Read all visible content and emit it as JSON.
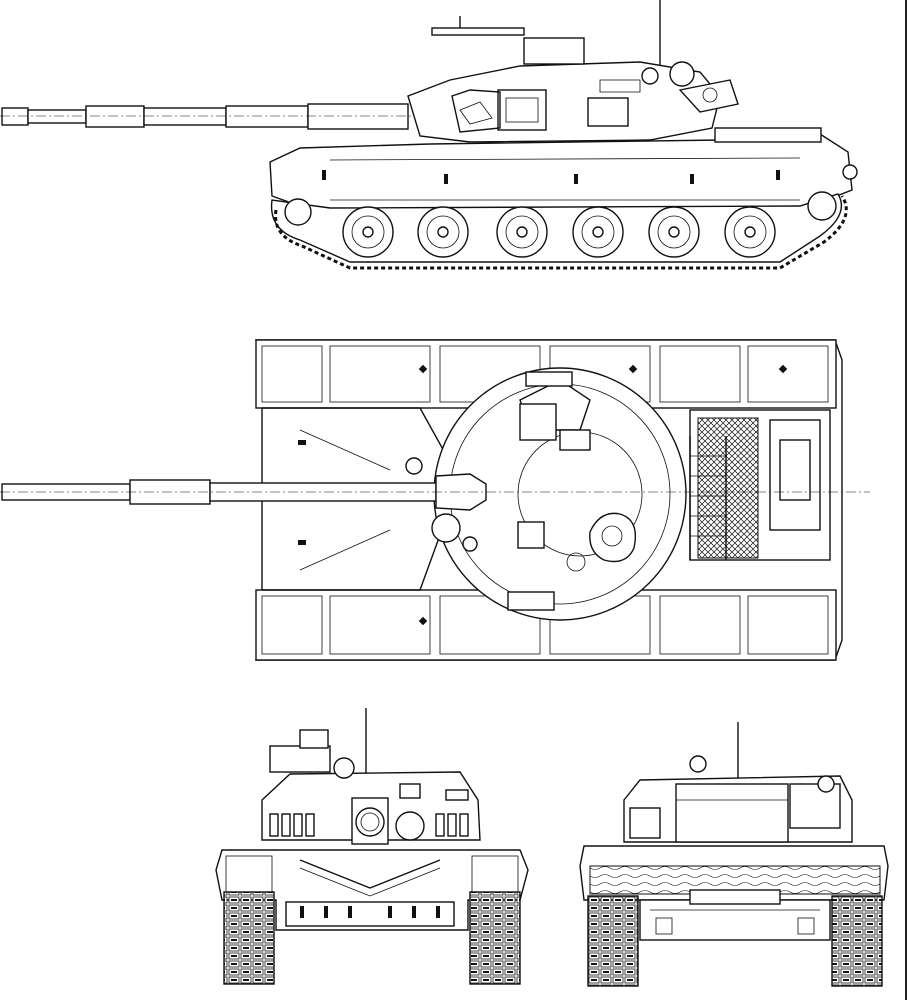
{
  "drawing": {
    "stroke_color": "#111111",
    "background_color": "#ffffff",
    "views": [
      "side-view",
      "top-view",
      "front-view",
      "rear-view"
    ]
  }
}
